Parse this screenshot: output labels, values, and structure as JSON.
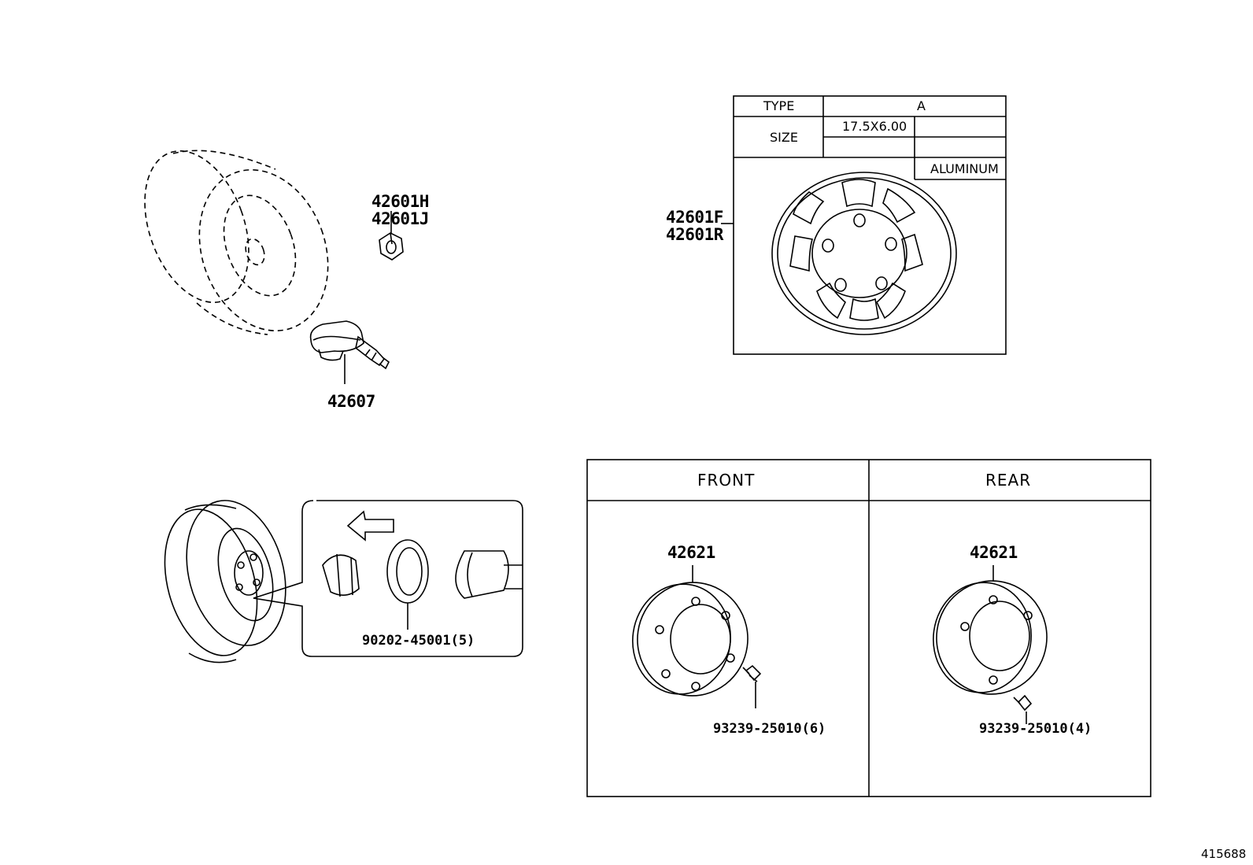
{
  "table": {
    "type_label": "TYPE",
    "type_value": "A",
    "size_label": "SIZE",
    "size_value": "17.5X6.00",
    "material": "ALUMINUM"
  },
  "parts": {
    "wheel_nut_top": "42601H",
    "wheel_nut_bottom": "42601J",
    "valve_sensor": "42607",
    "wheel_f": "42601F",
    "wheel_r": "42601R",
    "washer": "90202-45001(5)",
    "plate_front": "42621",
    "bolt_front": "93239-25010(6)",
    "plate_rear": "42621",
    "bolt_rear": "93239-25010(4)"
  },
  "sections": {
    "front": "FRONT",
    "rear": "REAR"
  },
  "footer": {
    "illustration_id": "415688"
  }
}
